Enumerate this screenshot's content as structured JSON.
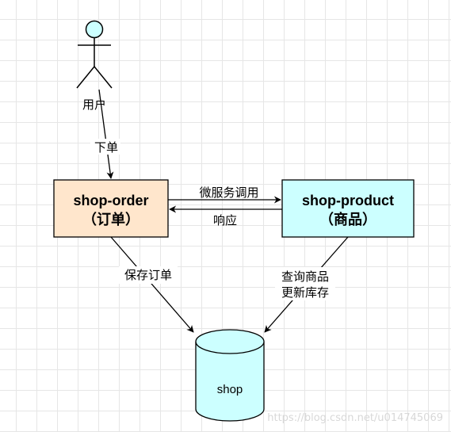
{
  "diagram": {
    "actor": {
      "label": "用户"
    },
    "nodes": {
      "order": {
        "line1": "shop-order",
        "line2": "（订单）",
        "fill": "#ffe6cc"
      },
      "product": {
        "line1": "shop-product",
        "line2": "（商品）",
        "fill": "#ccffff"
      },
      "db": {
        "label": "shop",
        "fill": "#ccffff"
      }
    },
    "edges": {
      "place_order": "下单",
      "call_service": "微服务调用",
      "response": "响应",
      "save_order": "保存订单",
      "query_product": "查询商品",
      "update_stock": "更新库存"
    },
    "watermark": "https://blog.csdn.net/u014745069"
  },
  "colors": {
    "actor_head": "#ccffff",
    "stroke": "#000000"
  }
}
